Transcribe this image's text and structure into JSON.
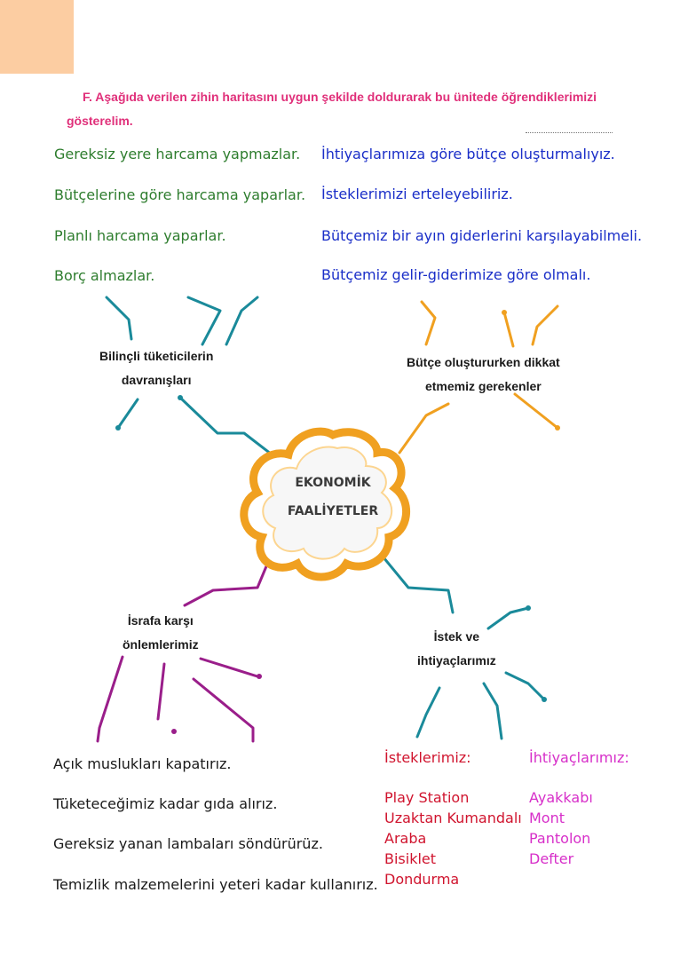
{
  "instruction": {
    "line1": "F. Aşağıda verilen zihin haritasını uygun şekilde doldurarak bu ünitede öğrendiklerimizi",
    "line2": "gösterelim."
  },
  "center": {
    "line1": "EKONOMİK",
    "line2": "FAALİYETLER"
  },
  "branches": {
    "conscious": {
      "line1": "Bilinçli tüketicilerin",
      "line2": "davranışları"
    },
    "budget": {
      "line1": "Bütçe oluştururken dikkat",
      "line2": "etmemiz gerekenler"
    },
    "waste": {
      "line1": "İsrafa karşı",
      "line2": "önlemlerimiz"
    },
    "wants": {
      "line1": "İstek ve",
      "line2": "ihtiyaçlarımız"
    }
  },
  "answers": {
    "conscious": [
      "Gereksiz yere harcama yapmazlar.",
      "Bütçelerine göre harcama yaparlar.",
      "Planlı harcama yaparlar.",
      "Borç almazlar."
    ],
    "budget": [
      "İhtiyaçlarımıza göre bütçe oluşturmalıyız.",
      "İsteklerimizi erteleyebiliriz.",
      "Bütçemiz bir ayın giderlerini karşılayabilmeli.",
      "Bütçemiz gelir-giderimize göre olmalı."
    ],
    "waste": [
      "Açık muslukları kapatırız.",
      "Tüketeceğimiz kadar gıda alırız.",
      "Gereksiz yanan lambaları söndürürüz.",
      "Temizlik malzemelerini yeteri kadar kullanırız."
    ],
    "wants": {
      "heading": "İsteklerimiz:",
      "items": [
        "Play Station",
        "Uzaktan Kumandalı",
        "Araba",
        "Bisiklet",
        "Dondurma"
      ]
    },
    "needs": {
      "heading": "İhtiyaçlarımız:",
      "items": [
        "Ayakkabı",
        "Mont",
        "Pantolon",
        "Defter"
      ]
    }
  },
  "colors": {
    "teal": "#1a8a9a",
    "orange": "#f0a020",
    "purple": "#9a1e8a",
    "green_text": "#2e7d2e",
    "blue_text": "#1a2ec8",
    "red_text": "#d0142e",
    "pink_text": "#d72fc9",
    "corner": "#fccda2"
  }
}
